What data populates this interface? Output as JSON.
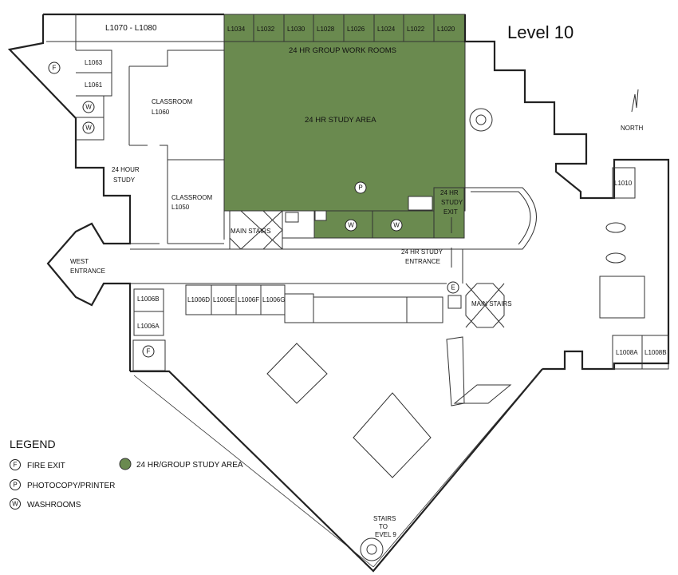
{
  "title": "Level 10",
  "north_label": "NORTH",
  "rooms": {
    "top_group": "L1070 - L1080",
    "work_rooms": [
      "L1034",
      "L1032",
      "L1030",
      "L1028",
      "L1026",
      "L1024",
      "L1022",
      "L1020"
    ],
    "work_rooms_label": "24 HR GROUP WORK ROOMS",
    "study_area": "24 HR STUDY AREA",
    "l1063": "L1063",
    "l1061": "L1061",
    "classroom_label": "CLASSROOM",
    "l1060": "L1060",
    "study_line1": "24 HOUR",
    "study_line2": "STUDY",
    "l1050": "L1050",
    "main_stairs": "MAIN STAIRS",
    "study_exit_line1": "24 HR",
    "study_exit_line2": "STUDY",
    "study_exit_line3": "EXIT",
    "study_entrance_line1": "24 HR STUDY",
    "study_entrance_line2": "ENTRANCE",
    "west_line1": "WEST",
    "west_line2": "ENTRANCE",
    "l1006b": "L1006B",
    "l1006a": "L1006A",
    "l1006d": "L1006D",
    "l1006e": "L1006E",
    "l1006f": "L1006F",
    "l1006g": "L1006G",
    "l1010": "L1010",
    "l1008a": "L1008A",
    "l1008b": "L1008B",
    "stairs_line1": "STAIRS",
    "stairs_line2": "TO",
    "stairs_line3": "EVEL 9"
  },
  "icons": {
    "fire": "F",
    "photocopy": "P",
    "washroom": "W",
    "elevator": "E"
  },
  "legend": {
    "title": "LEGEND",
    "fire_exit": "FIRE EXIT",
    "photocopy": "PHOTOCOPY/PRINTER",
    "washrooms": "WASHROOMS",
    "study_area": "24 HR/GROUP STUDY AREA"
  },
  "colors": {
    "study_green": "#6a8a4f"
  }
}
